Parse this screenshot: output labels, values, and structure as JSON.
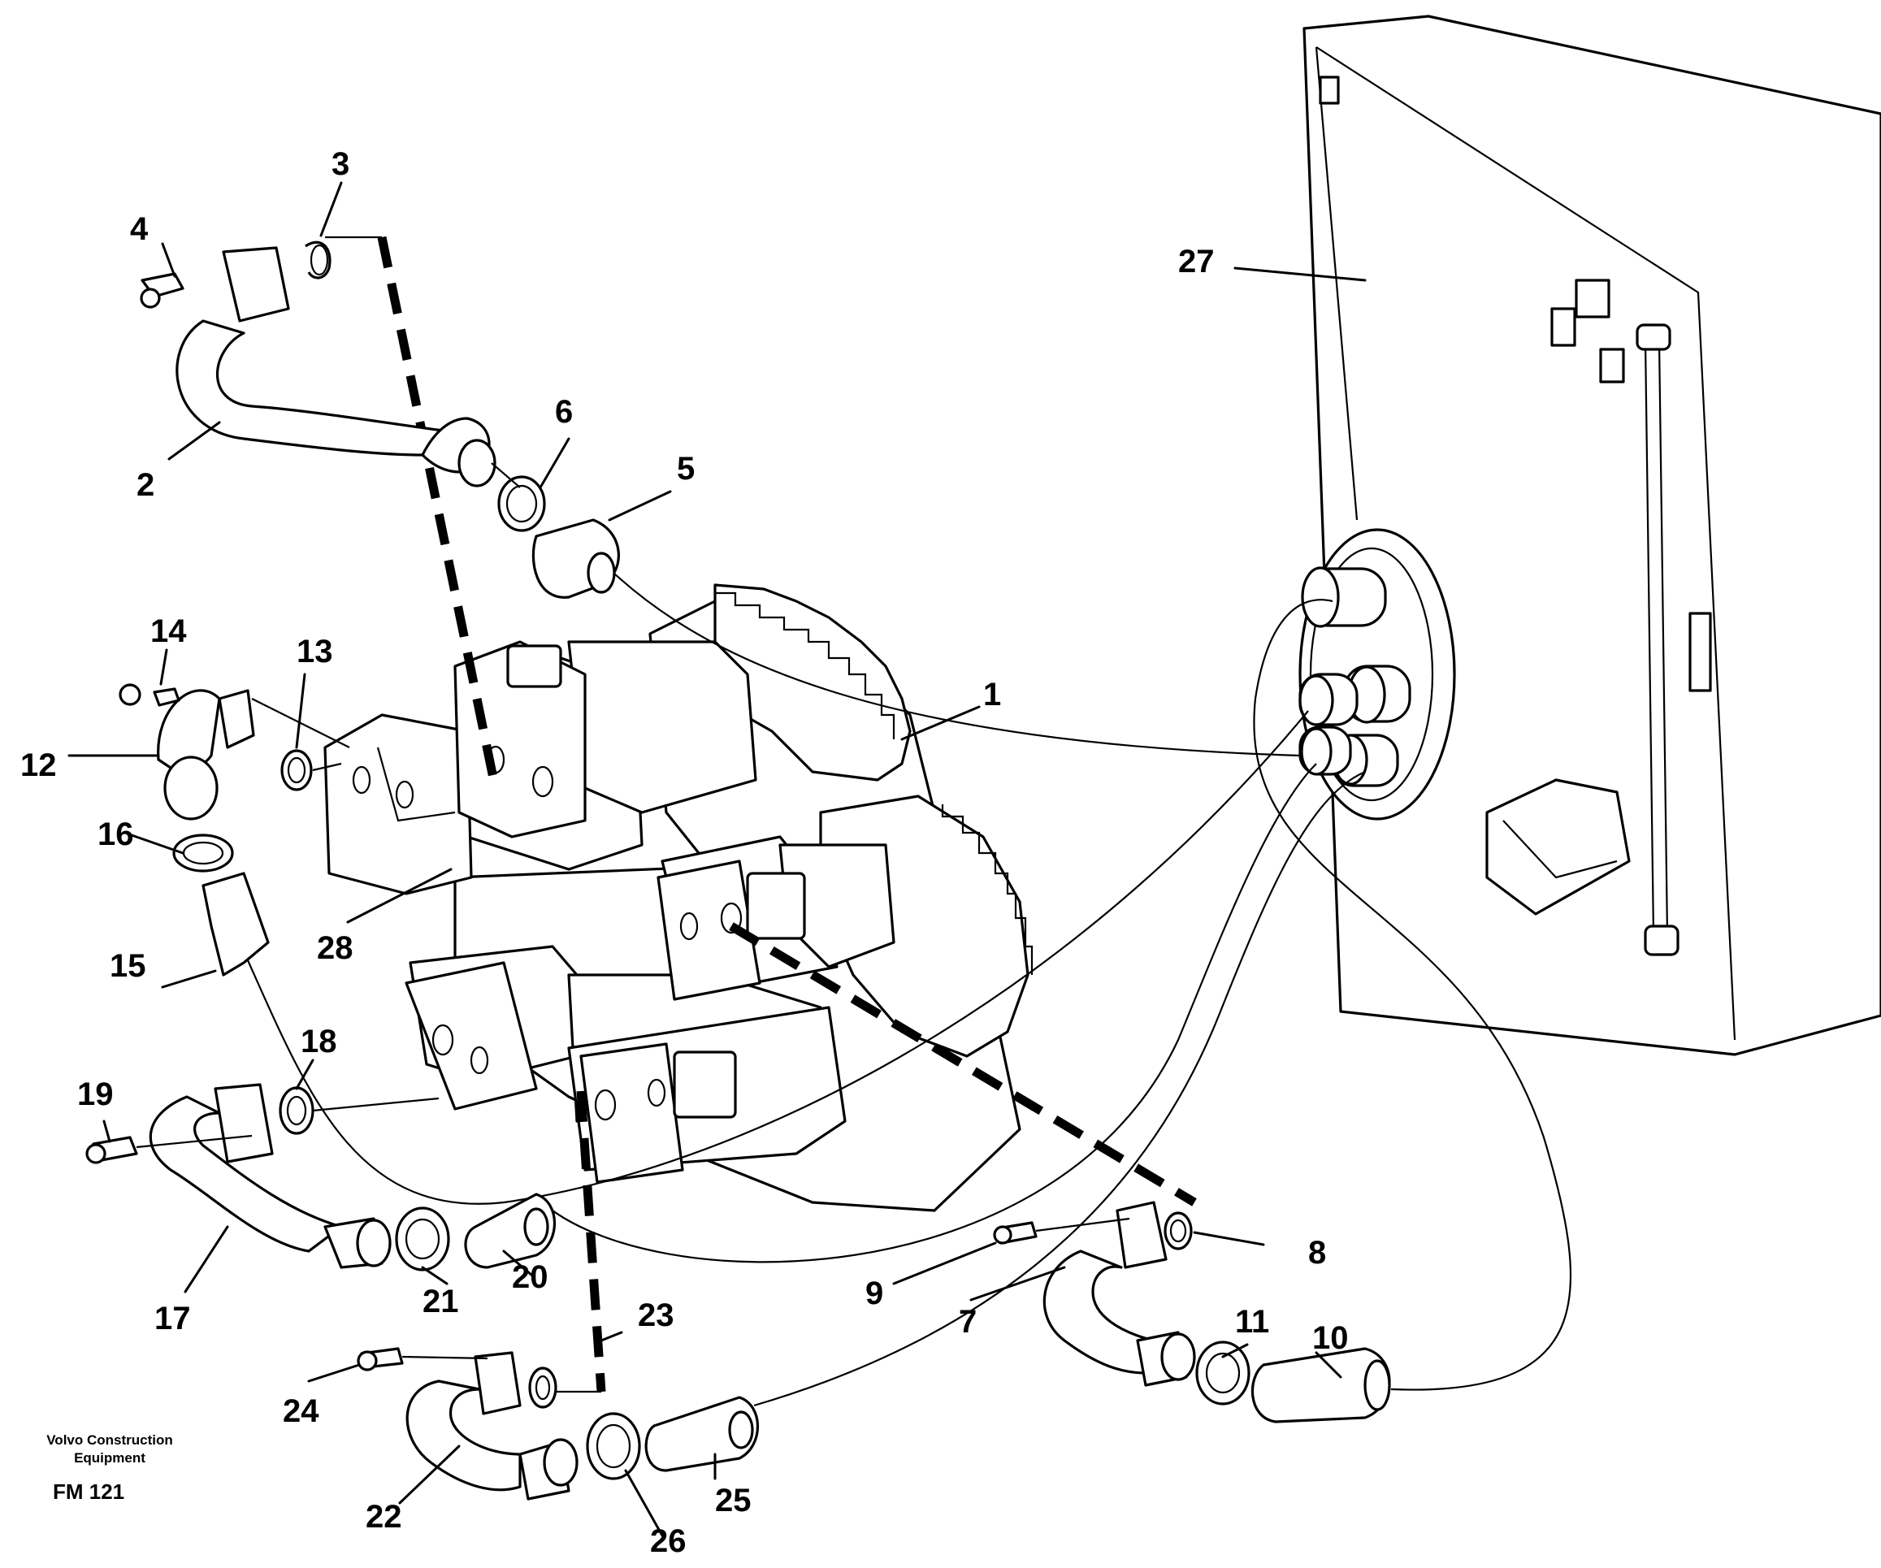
{
  "callouts": [
    {
      "label": "1"
    },
    {
      "label": "2"
    },
    {
      "label": "3"
    },
    {
      "label": "4"
    },
    {
      "label": "5"
    },
    {
      "label": "6"
    },
    {
      "label": "7"
    },
    {
      "label": "8"
    },
    {
      "label": "9"
    },
    {
      "label": "10"
    },
    {
      "label": "11"
    },
    {
      "label": "12"
    },
    {
      "label": "13"
    },
    {
      "label": "14"
    },
    {
      "label": "15"
    },
    {
      "label": "16"
    },
    {
      "label": "17"
    },
    {
      "label": "18"
    },
    {
      "label": "19"
    },
    {
      "label": "20"
    },
    {
      "label": "21"
    },
    {
      "label": "22"
    },
    {
      "label": "23"
    },
    {
      "label": "24"
    },
    {
      "label": "25"
    },
    {
      "label": "26"
    },
    {
      "label": "27"
    },
    {
      "label": "28"
    }
  ],
  "footer": {
    "company_line1": "Volvo Construction",
    "company_line2": "Equipment",
    "figure_code": "FM 121"
  }
}
